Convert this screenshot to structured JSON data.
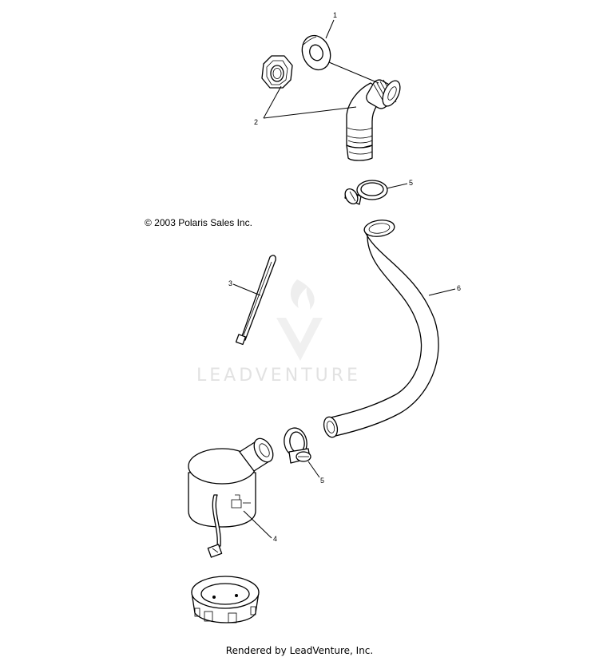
{
  "diagram": {
    "copyright": "© 2003 Polaris Sales Inc.",
    "watermark": "LEADVENTURE",
    "footer": "Rendered by LeadVenture, Inc.",
    "callouts": {
      "washer": "1",
      "nut_and_fitting": "2",
      "cable_tie": "3",
      "pump": "4",
      "clamp_top": "5",
      "clamp_bottom": "5",
      "hose": "6"
    }
  }
}
